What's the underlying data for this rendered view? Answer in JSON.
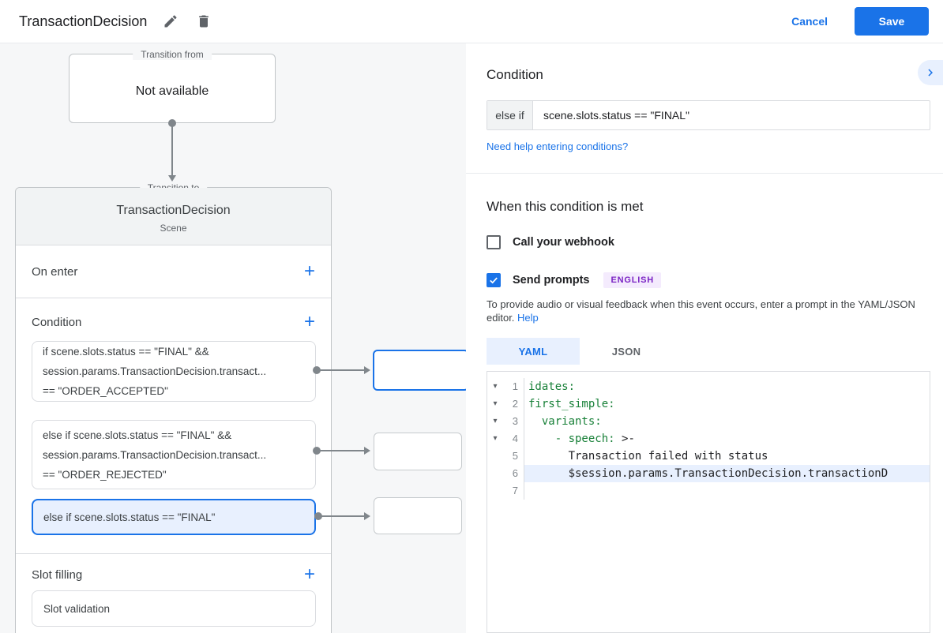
{
  "header": {
    "title": "TransactionDecision",
    "cancel_label": "Cancel",
    "save_label": "Save"
  },
  "diagram": {
    "transition_from": {
      "legend": "Transition from",
      "value": "Not available"
    },
    "transition_to": {
      "legend": "Transition to",
      "scene_name": "TransactionDecision",
      "scene_type": "Scene",
      "on_enter_label": "On enter",
      "condition_label": "Condition",
      "slot_filling_label": "Slot filling",
      "slot_card_label": "Slot validation",
      "conditions": [
        {
          "selected": false,
          "lines": [
            "if scene.slots.status == \"FINAL\" &&",
            "session.params.TransactionDecision.transact...",
            "== \"ORDER_ACCEPTED\""
          ]
        },
        {
          "selected": false,
          "lines": [
            "else if scene.slots.status == \"FINAL\" &&",
            "session.params.TransactionDecision.transact...",
            "== \"ORDER_REJECTED\""
          ]
        },
        {
          "selected": true,
          "lines": [
            "else if scene.slots.status == \"FINAL\""
          ]
        }
      ]
    }
  },
  "panel": {
    "condition_heading": "Condition",
    "condition_prefix": "else if",
    "condition_value": "scene.slots.status == \"FINAL\"",
    "help_link": "Need help entering conditions?",
    "when_heading": "When this condition is met",
    "webhook_label": "Call your webhook",
    "prompts_label": "Send prompts",
    "language_badge": "ENGLISH",
    "description": "To provide audio or visual feedback when this event occurs, enter a prompt in the YAML/JSON editor.",
    "help_label": "Help",
    "tabs": [
      {
        "label": "YAML",
        "selected": true
      },
      {
        "label": "JSON",
        "selected": false
      }
    ],
    "editor": {
      "lines": [
        {
          "n": "1",
          "fold": true,
          "highlight": false,
          "tokens": [
            {
              "t": "idates:",
              "k": true
            }
          ]
        },
        {
          "n": "2",
          "fold": true,
          "highlight": false,
          "tokens": [
            {
              "t": "first_simple:",
              "k": true
            }
          ]
        },
        {
          "n": "3",
          "fold": true,
          "highlight": false,
          "tokens": [
            {
              "t": "  ",
              "k": false
            },
            {
              "t": "variants:",
              "k": true
            }
          ]
        },
        {
          "n": "4",
          "fold": true,
          "highlight": false,
          "tokens": [
            {
              "t": "    ",
              "k": false
            },
            {
              "t": "- ",
              "k": true
            },
            {
              "t": "speech:",
              "k": true
            },
            {
              "t": " >-",
              "k": false
            }
          ]
        },
        {
          "n": "5",
          "fold": false,
          "highlight": false,
          "tokens": [
            {
              "t": "      Transaction failed with status",
              "k": false
            }
          ]
        },
        {
          "n": "6",
          "fold": false,
          "highlight": true,
          "tokens": [
            {
              "t": "      $session.params.TransactionDecision.transactionD",
              "k": false
            }
          ]
        },
        {
          "n": "7",
          "fold": false,
          "highlight": false,
          "tokens": []
        }
      ]
    }
  },
  "colors": {
    "accent": "#1a73e8",
    "selected_bg": "#e8f0fe",
    "yaml_key_green": "#188038",
    "badge_text": "#7b24c4",
    "badge_bg": "#f4ebfd",
    "connector_gray": "#80868b"
  }
}
